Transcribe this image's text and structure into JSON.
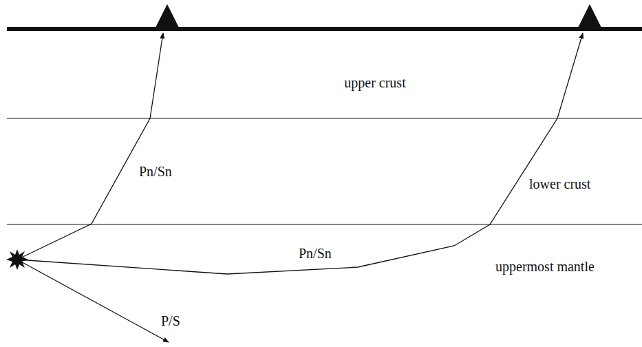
{
  "diagram": {
    "labels": [
      "upper crust",
      "Pn/Sn",
      "lower crust",
      "Pn/Sn",
      "uppermost mantle",
      "P/S"
    ]
  }
}
